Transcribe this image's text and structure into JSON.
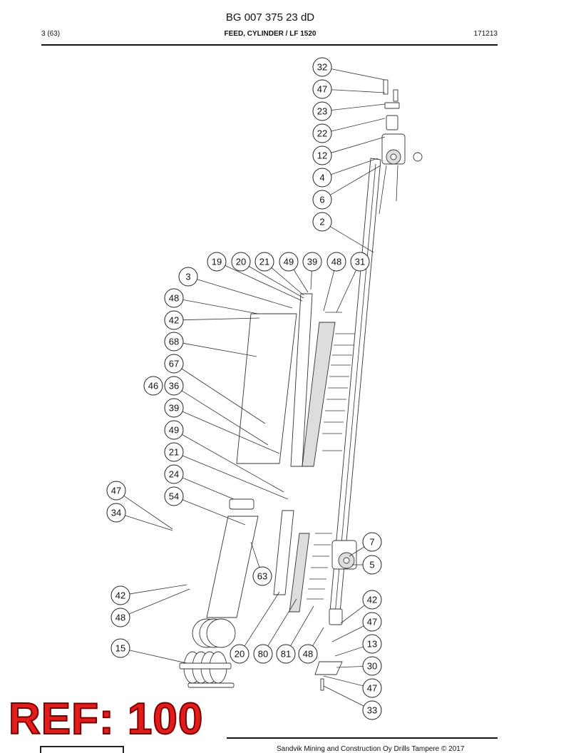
{
  "header": {
    "doc_number": "BG 007 375 23 dD",
    "page": "3 (63)",
    "title": "FEED, CYLINDER / LF 1520",
    "date_code": "171213"
  },
  "stamp": {
    "ref_label": "REF: 100"
  },
  "footer": {
    "text": "Sandvik Mining and Construction Oy Drills Tampere © 2017"
  },
  "callouts": [
    {
      "label": "32"
    },
    {
      "label": "47"
    },
    {
      "label": "23"
    },
    {
      "label": "22"
    },
    {
      "label": "12"
    },
    {
      "label": "4"
    },
    {
      "label": "6"
    },
    {
      "label": "2"
    },
    {
      "label": "19"
    },
    {
      "label": "20"
    },
    {
      "label": "21"
    },
    {
      "label": "49"
    },
    {
      "label": "39"
    },
    {
      "label": "48"
    },
    {
      "label": "31"
    },
    {
      "label": "3"
    },
    {
      "label": "48"
    },
    {
      "label": "42"
    },
    {
      "label": "68"
    },
    {
      "label": "67"
    },
    {
      "label": "46"
    },
    {
      "label": "36"
    },
    {
      "label": "39"
    },
    {
      "label": "49"
    },
    {
      "label": "21"
    },
    {
      "label": "24"
    },
    {
      "label": "47"
    },
    {
      "label": "54"
    },
    {
      "label": "34"
    },
    {
      "label": "7"
    },
    {
      "label": "5"
    },
    {
      "label": "63"
    },
    {
      "label": "42"
    },
    {
      "label": "48"
    },
    {
      "label": "42"
    },
    {
      "label": "47"
    },
    {
      "label": "15"
    },
    {
      "label": "20"
    },
    {
      "label": "80"
    },
    {
      "label": "81"
    },
    {
      "label": "48"
    },
    {
      "label": "13"
    },
    {
      "label": "30"
    },
    {
      "label": "47"
    },
    {
      "label": "33"
    }
  ]
}
